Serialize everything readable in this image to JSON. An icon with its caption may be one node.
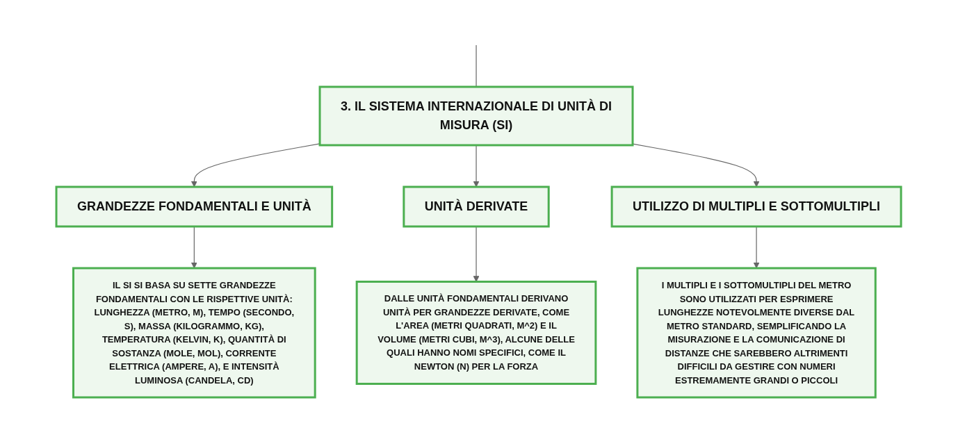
{
  "diagram": {
    "nodes": [
      {
        "text": [
          "3. IL SISTEMA INTERNAZIONALE DI UNITÀ DI MISURA (SI)"
        ]
      },
      {
        "text": [
          "GRANDEZZE FONDAMENTALI E UNITÀ"
        ]
      },
      {
        "text": [
          "UNITÀ DERIVATE"
        ]
      },
      {
        "text": [
          "UTILIZZO DI MULTIPLI E SOTTOMULTIPLI"
        ]
      },
      {
        "text": [
          "IL SI SI BASA SU SETTE GRANDEZZE FONDAMENTALI CON LE RISPETTIVE UNITÀ: LUNGHEZZA (METRO, M), TEMPO (SECONDO, S), MASSA (KILOGRAMMO, KG), TEMPERATURA (KELVIN, K), QUANTITÀ DI SOSTANZA (MOLE, MOL), CORRENTE ELETTRICA (AMPERE, A), E INTENSITÀ LUMINOSA (CANDELA, CD)"
        ]
      },
      {
        "text": [
          "DALLE UNITÀ FONDAMENTALI DERIVANO UNITÀ PER GRANDEZZE DERIVATE, COME L'AREA (METRI QUADRATI, M^2) E IL VOLUME (METRI CUBI, M^3), ALCUNE DELLE QUALI HANNO NOMI SPECIFICI, COME IL NEWTON (N) PER LA FORZA"
        ]
      },
      {
        "text": [
          "I MULTIPLI E I SOTTOMULTIPLI DEL METRO SONO UTILIZZATI PER ESPRIMERE LUNGHEZZE NOTEVOLMENTE DIVERSE DAL METRO STANDARD, SEMPLIFICANDO LA MISURAZIONE E LA COMUNICAZIONE DI DISTANZE CHE SAREBBERO ALTRIMENTI DIFFICILI DA GESTIRE CON NUMERI ESTREMAMENTE GRANDI O PICCOLI"
        ]
      }
    ],
    "edges": [
      {
        "from": null,
        "to": 0,
        "arrow": "none"
      },
      {
        "from": 0,
        "to": 1,
        "arrow": "to"
      },
      {
        "from": 0,
        "to": 2,
        "arrow": "to"
      },
      {
        "from": 0,
        "to": 3,
        "arrow": "to"
      },
      {
        "from": 1,
        "to": 4,
        "arrow": "to"
      },
      {
        "from": 2,
        "to": 5,
        "arrow": "to"
      },
      {
        "from": 3,
        "to": 6,
        "arrow": "to"
      }
    ]
  }
}
